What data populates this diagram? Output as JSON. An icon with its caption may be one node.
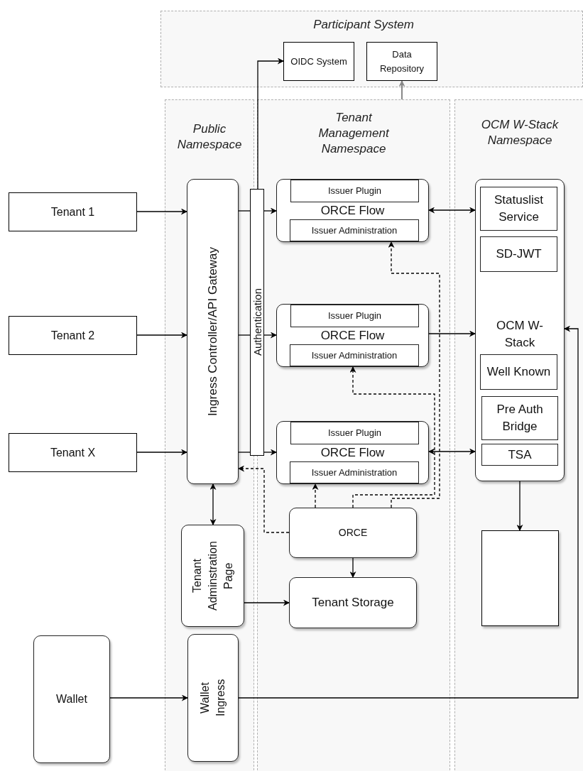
{
  "diagram": {
    "nodes": [
      {
        "text": [
          "Participant System"
        ]
      },
      {
        "text": [
          "OIDC System"
        ],
        "in": 0
      },
      {
        "text": [
          "Data Repository"
        ],
        "in": 0
      },
      {
        "text": [
          "Public Namespace"
        ]
      },
      {
        "text": [
          "Tenant Management Namespace"
        ]
      },
      {
        "text": [
          "OCM W-Stack Namespace"
        ]
      },
      {
        "text": [
          "Tenant 1"
        ]
      },
      {
        "text": [
          "Tenant 2"
        ]
      },
      {
        "text": [
          "Tenant X"
        ]
      },
      {
        "text": [
          "Ingress Controller/API Gateway"
        ],
        "in": 3
      },
      {
        "text": [
          "Authentication"
        ]
      },
      {
        "text": [
          "ORCE Flow"
        ],
        "in": 4
      },
      {
        "text": [
          "Issuer Plugin"
        ],
        "in": 11
      },
      {
        "text": [
          "Issuer Administration"
        ],
        "in": 11
      },
      {
        "text": [
          "ORCE Flow"
        ],
        "in": 4
      },
      {
        "text": [
          "Issuer Plugin"
        ],
        "in": 14
      },
      {
        "text": [
          "Issuer Administration"
        ],
        "in": 14
      },
      {
        "text": [
          "ORCE Flow"
        ],
        "in": 4
      },
      {
        "text": [
          "Issuer Plugin"
        ],
        "in": 17
      },
      {
        "text": [
          "Issuer Administration"
        ],
        "in": 17
      },
      {
        "text": [
          "OCM W-Stack"
        ],
        "in": 5
      },
      {
        "text": [
          "Statuslist Service"
        ],
        "in": 20
      },
      {
        "text": [
          "SD-JWT"
        ],
        "in": 20
      },
      {
        "text": [
          "Well Known"
        ],
        "in": 20
      },
      {
        "text": [
          "Pre Auth Bridge"
        ],
        "in": 20
      },
      {
        "text": [
          "TSA"
        ],
        "in": 20
      },
      {
        "text": [
          "Tenant Adminstration Page"
        ],
        "in": 3
      },
      {
        "text": [
          "ORCE"
        ],
        "in": 4
      },
      {
        "text": [
          "Tenant Storage"
        ],
        "in": 4
      },
      {
        "text": [
          "Wallet"
        ]
      },
      {
        "text": [
          "Wallet Ingress"
        ],
        "in": 3
      },
      {
        "text": [],
        "shape": "box",
        "in": 5
      }
    ],
    "edges": [
      {
        "from": 6,
        "to": 9,
        "arrow": "to"
      },
      {
        "from": 7,
        "to": 9,
        "arrow": "to"
      },
      {
        "from": 8,
        "to": 9,
        "arrow": "to"
      },
      {
        "from": 9,
        "to": 10,
        "arrow": "none"
      },
      {
        "from": 10,
        "to": 11,
        "arrow": "to"
      },
      {
        "from": 9,
        "to": 10,
        "arrow": "none"
      },
      {
        "from": 10,
        "to": 14,
        "arrow": "to"
      },
      {
        "from": 9,
        "to": 10,
        "arrow": "none"
      },
      {
        "from": 10,
        "to": 17,
        "arrow": "to"
      },
      {
        "from": 10,
        "to": 1,
        "arrow": "to"
      },
      {
        "from": 11,
        "to": 20,
        "arrow": "both"
      },
      {
        "from": 14,
        "to": 20,
        "arrow": "to"
      },
      {
        "from": 17,
        "to": 20,
        "arrow": "both"
      },
      {
        "from": 30,
        "to": 20,
        "arrow": "to"
      },
      {
        "from": 27,
        "to": 11,
        "arrow": "to",
        "style": "dashed"
      },
      {
        "from": 27,
        "to": 14,
        "arrow": "to",
        "style": "dashed"
      },
      {
        "from": 27,
        "to": 17,
        "arrow": "to",
        "style": "dashed"
      },
      {
        "from": 27,
        "to": 9,
        "arrow": "to",
        "style": "dashed"
      },
      {
        "from": 4,
        "to": 2,
        "arrow": "to",
        "color": "#888888"
      },
      {
        "from": 9,
        "to": 26,
        "arrow": "both"
      },
      {
        "from": 26,
        "to": 28,
        "arrow": "to"
      },
      {
        "from": 27,
        "to": 28,
        "arrow": "to"
      },
      {
        "from": 25,
        "to": 31,
        "arrow": "to"
      },
      {
        "from": 29,
        "to": 30,
        "arrow": "to"
      }
    ]
  }
}
